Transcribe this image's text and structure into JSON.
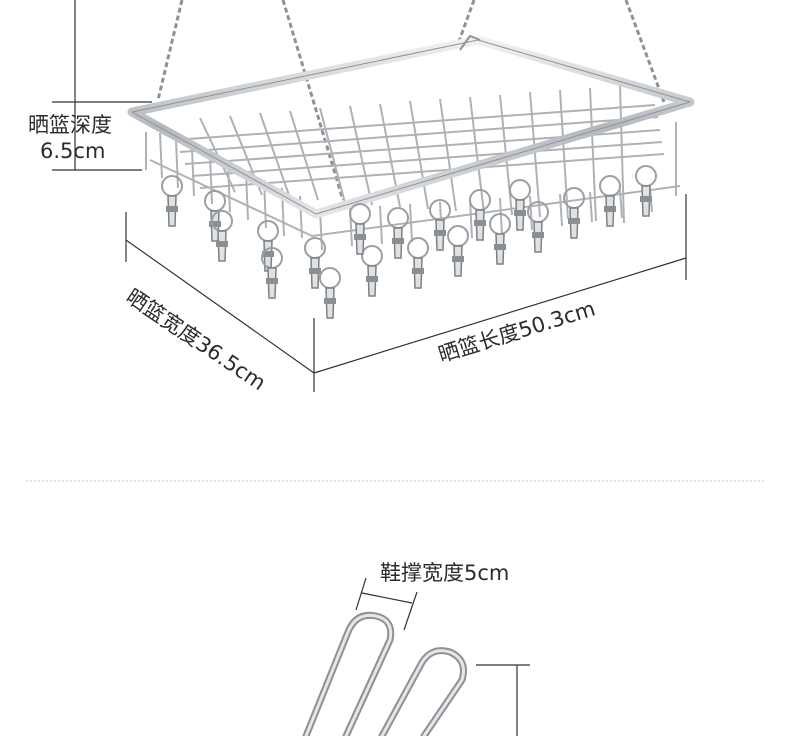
{
  "labels": {
    "depth_title": "晒篮深度",
    "depth_value": "6.5cm",
    "width": "晒篮宽度36.5cm",
    "length": "晒篮长度50.3cm",
    "shoe_width": "鞋撑宽度5cm"
  },
  "colors": {
    "metal": "#b9bdc1",
    "metal_dark": "#7c8186",
    "dim_line": "#333333",
    "divider": "#c8c8c8"
  }
}
